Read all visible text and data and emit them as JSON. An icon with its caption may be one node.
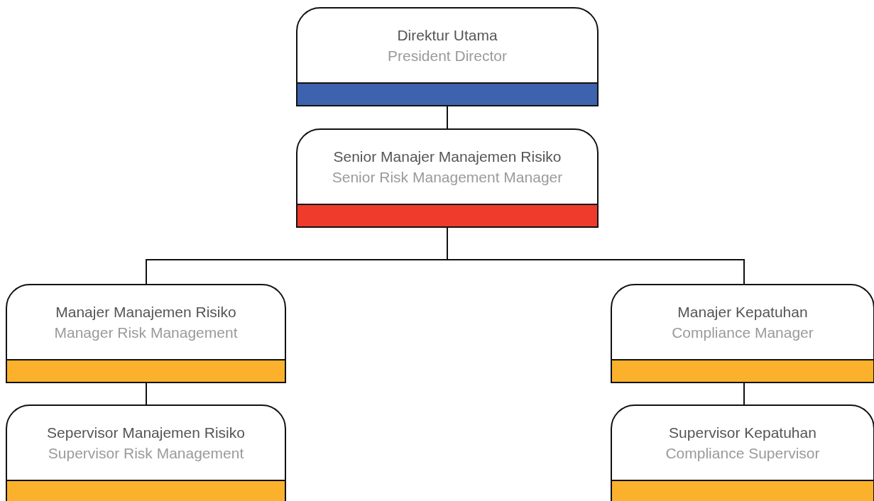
{
  "diagram": {
    "nodes": [
      {
        "text": [
          "Direktur Utama",
          "President Director"
        ]
      },
      {
        "text": [
          "Senior Manajer Manajemen Risiko",
          "Senior Risk Management Manager"
        ]
      },
      {
        "text": [
          "Manajer Manajemen Risiko",
          "Manager Risk Management"
        ]
      },
      {
        "text": [
          "Manajer Kepatuhan",
          "Compliance Manager"
        ]
      },
      {
        "text": [
          "Sepervisor Manajemen Risiko",
          "Supervisor Risk Management"
        ]
      },
      {
        "text": [
          "Supervisor Kepatuhan",
          "Compliance Supervisor"
        ]
      }
    ],
    "edges": [
      {
        "from": 0,
        "to": 1,
        "arrow": "none"
      },
      {
        "from": 1,
        "to": 2,
        "arrow": "none"
      },
      {
        "from": 1,
        "to": 3,
        "arrow": "none"
      },
      {
        "from": 2,
        "to": 4,
        "arrow": "none"
      },
      {
        "from": 3,
        "to": 5,
        "arrow": "none"
      }
    ]
  }
}
